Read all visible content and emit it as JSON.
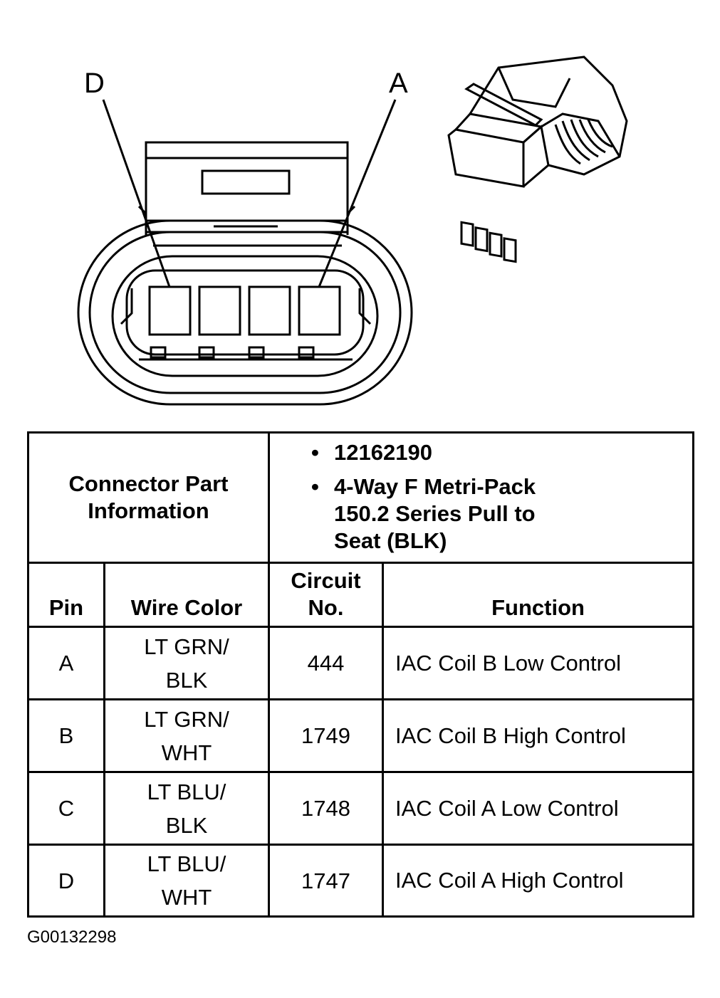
{
  "diagram": {
    "pin_label_left": "D",
    "pin_label_right": "A"
  },
  "table": {
    "info_label_line1": "Connector Part",
    "info_label_line2": "Information",
    "info_items": [
      "12162190",
      "4-Way F Metri-Pack 150.2 Series Pull to Seat (BLK)"
    ],
    "headers": {
      "pin": "Pin",
      "wire_color": "Wire Color",
      "circuit_line1": "Circuit",
      "circuit_line2": "No.",
      "function": "Function"
    },
    "rows": [
      {
        "pin": "A",
        "wire_line1": "LT GRN/",
        "wire_line2": "BLK",
        "circuit": "444",
        "function": "IAC Coil B Low Control"
      },
      {
        "pin": "B",
        "wire_line1": "LT GRN/",
        "wire_line2": "WHT",
        "circuit": "1749",
        "function": "IAC Coil B High Control"
      },
      {
        "pin": "C",
        "wire_line1": "LT BLU/",
        "wire_line2": "BLK",
        "circuit": "1748",
        "function": "IAC Coil A Low Control"
      },
      {
        "pin": "D",
        "wire_line1": "LT BLU/",
        "wire_line2": "WHT",
        "circuit": "1747",
        "function": "IAC Coil A High Control"
      }
    ]
  },
  "figure_code": "G00132298"
}
